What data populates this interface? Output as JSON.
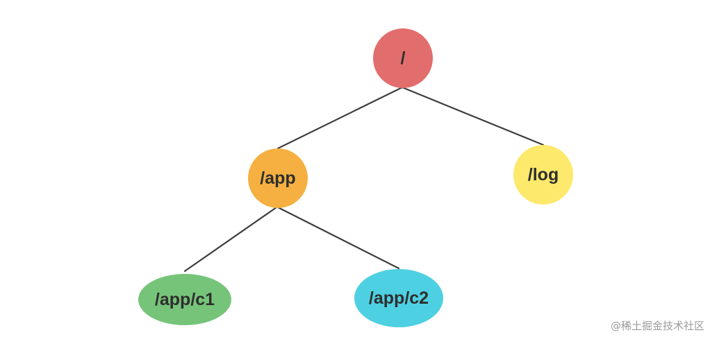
{
  "nodes": {
    "root": {
      "label": "/",
      "color": "#e26d6d"
    },
    "app": {
      "label": "/app",
      "color": "#f5b041"
    },
    "log": {
      "label": "/log",
      "color": "#fde96b"
    },
    "app_c1": {
      "label": "/app/c1",
      "color": "#76c47a"
    },
    "app_c2": {
      "label": "/app/c2",
      "color": "#4dd0e1"
    }
  },
  "edges": [
    {
      "from": "root",
      "to": "app"
    },
    {
      "from": "root",
      "to": "log"
    },
    {
      "from": "app",
      "to": "app_c1"
    },
    {
      "from": "app",
      "to": "app_c2"
    }
  ],
  "edge_color": "#3d3d3d",
  "watermark": "@稀土掘金技术社区"
}
